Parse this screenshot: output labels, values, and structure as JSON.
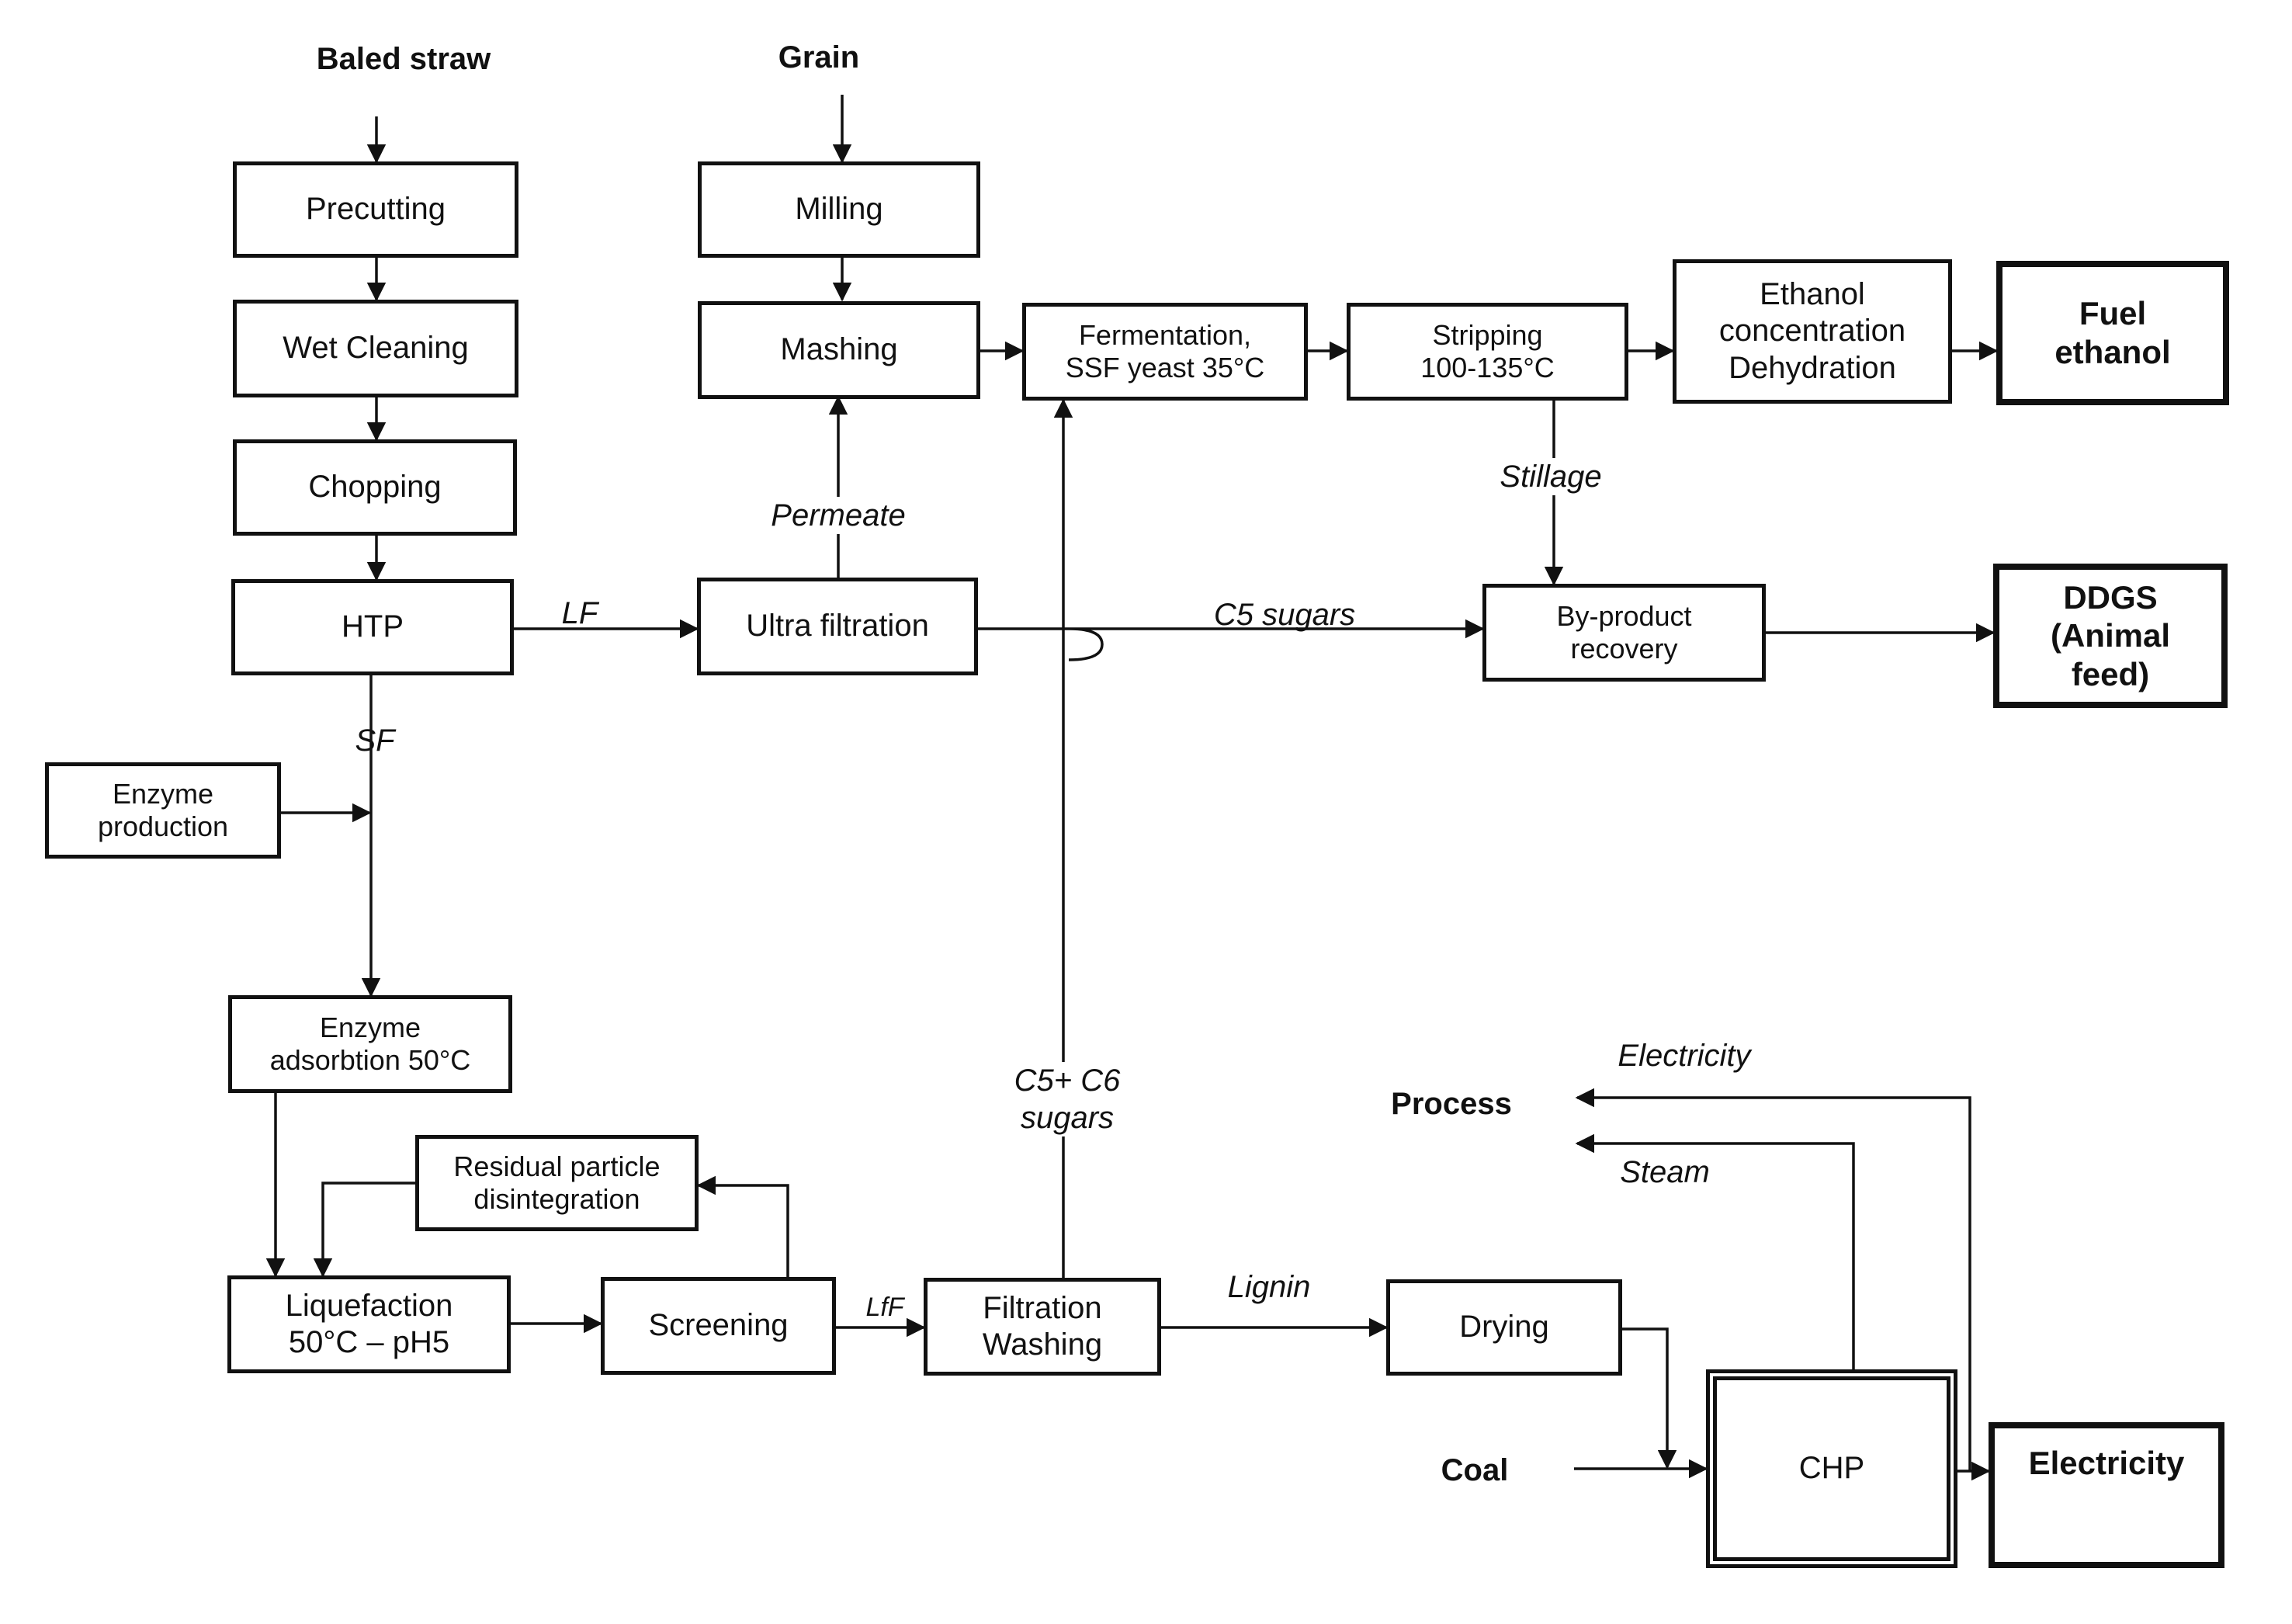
{
  "inputs": {
    "baled_straw": "Baled straw",
    "grain": "Grain",
    "coal": "Coal"
  },
  "boxes": {
    "precutting": "Precutting",
    "wet_cleaning": "Wet Cleaning",
    "chopping": "Chopping",
    "htp": "HTP",
    "enzyme_production": "Enzyme\nproduction",
    "enzyme_adsorbtion": "Enzyme\nadsorbtion 50°C",
    "residual_particle": "Residual particle\ndisintegration",
    "liquefaction": "Liquefaction\n50°C – pH5",
    "screening": "Screening",
    "filtration_washing": "Filtration\nWashing",
    "drying": "Drying",
    "chp": "CHP",
    "milling": "Milling",
    "mashing": "Mashing",
    "ultra_filtration": "Ultra filtration",
    "fermentation": "Fermentation,\nSSF yeast 35°C",
    "stripping": "Stripping\n100-135°C",
    "ethanol_concentration": "Ethanol\nconcentration\nDehydration",
    "byproduct_recovery": "By-product\nrecovery"
  },
  "products": {
    "fuel_ethanol": "Fuel\nethanol",
    "ddgs": "DDGS\n(Animal\nfeed)",
    "electricity": "Electricity",
    "process": "Process"
  },
  "flows": {
    "lf": "LF",
    "sf": "SF",
    "permeate": "Permeate",
    "c5_sugars": "C5 sugars",
    "stillage": "Stillage",
    "c5_c6_sugars": "C5+ C6\nsugars",
    "lff": "LfF",
    "lignin": "Lignin",
    "electricity": "Electricity",
    "steam": "Steam"
  }
}
